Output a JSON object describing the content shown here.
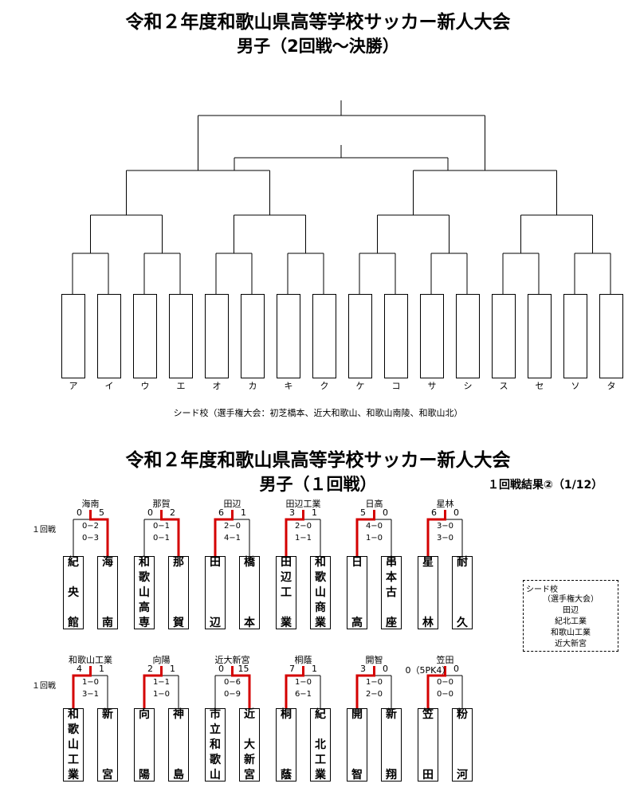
{
  "titles": {
    "top": "令和２年度和歌山県高等学校サッカー新人大会",
    "top_sub": "男子（2回戦～決勝）",
    "bottom": "令和２年度和歌山県高等学校サッカー新人大会",
    "bottom_sub": "男子（１回戦）"
  },
  "top_bracket": {
    "slots": [
      "ア",
      "イ",
      "ウ",
      "エ",
      "オ",
      "カ",
      "キ",
      "ク",
      "ケ",
      "コ",
      "サ",
      "シ",
      "ス",
      "セ",
      "ソ",
      "タ"
    ],
    "seed_note": "シード校（選手権大会：初芝橋本、近大和歌山、和歌山南陵、和歌山北）"
  },
  "result_label": "１回戦結果②（1/12）",
  "round_label": "１回戦",
  "rows": [
    {
      "matches": [
        {
          "winner": "海南",
          "left": [
            "紀",
            "",
            "央",
            "",
            "館"
          ],
          "right": [
            "海",
            "",
            "",
            "",
            "南"
          ],
          "s1": "0",
          "s2": "5",
          "sub": [
            "0−2",
            "0−3"
          ],
          "win": "right"
        },
        {
          "winner": "那賀",
          "left": [
            "和",
            "歌",
            "山",
            "高",
            "専"
          ],
          "right": [
            "那",
            "",
            "",
            "",
            "賀"
          ],
          "s1": "0",
          "s2": "2",
          "sub": [
            "0−1",
            "0−1"
          ],
          "win": "right"
        },
        {
          "winner": "田辺",
          "left": [
            "田",
            "",
            "",
            "",
            "辺"
          ],
          "right": [
            "橋",
            "",
            "",
            "",
            "本"
          ],
          "s1": "6",
          "s2": "1",
          "sub": [
            "2−0",
            "4−1"
          ],
          "win": "left"
        },
        {
          "winner": "田辺工業",
          "left": [
            "田",
            "辺",
            "工",
            "",
            "業"
          ],
          "right": [
            "和",
            "歌",
            "山",
            "商",
            "業"
          ],
          "s1": "3",
          "s2": "1",
          "sub": [
            "2−0",
            "1−1"
          ],
          "win": "left"
        },
        {
          "winner": "日高",
          "left": [
            "日",
            "",
            "",
            "",
            "高"
          ],
          "right": [
            "串",
            "本",
            "古",
            "",
            "座"
          ],
          "s1": "5",
          "s2": "0",
          "sub": [
            "4−0",
            "1−0"
          ],
          "win": "left"
        },
        {
          "winner": "星林",
          "left": [
            "星",
            "",
            "",
            "",
            "林"
          ],
          "right": [
            "耐",
            "",
            "",
            "",
            "久"
          ],
          "s1": "6",
          "s2": "0",
          "sub": [
            "3−0",
            "3−0"
          ],
          "win": "left"
        }
      ]
    },
    {
      "matches": [
        {
          "winner": "和歌山工業",
          "left": [
            "和",
            "歌",
            "山",
            "工",
            "業"
          ],
          "right": [
            "新",
            "",
            "",
            "",
            "宮"
          ],
          "s1": "4",
          "s2": "1",
          "sub": [
            "1−0",
            "3−1"
          ],
          "win": "left"
        },
        {
          "winner": "向陽",
          "left": [
            "向",
            "",
            "",
            "",
            "陽"
          ],
          "right": [
            "神",
            "",
            "",
            "",
            "島"
          ],
          "s1": "2",
          "s2": "1",
          "sub": [
            "1−1",
            "1−0"
          ],
          "win": "left"
        },
        {
          "winner": "近大新宮",
          "left": [
            "市",
            "立",
            "和",
            "歌",
            "山"
          ],
          "right": [
            "近",
            "",
            "大",
            "新",
            "宮"
          ],
          "s1": "0",
          "s2": "15",
          "sub": [
            "0−6",
            "0−9"
          ],
          "win": "right"
        },
        {
          "winner": "桐蔭",
          "left": [
            "桐",
            "",
            "",
            "",
            "蔭"
          ],
          "right": [
            "紀",
            "",
            "北",
            "工",
            "業"
          ],
          "s1": "7",
          "s2": "1",
          "sub": [
            "1−0",
            "6−1"
          ],
          "win": "left"
        },
        {
          "winner": "開智",
          "left": [
            "開",
            "",
            "",
            "",
            "智"
          ],
          "right": [
            "新",
            "",
            "",
            "",
            "翔"
          ],
          "s1": "3",
          "s2": "0",
          "sub": [
            "1−0",
            "2−0"
          ],
          "win": "left"
        },
        {
          "winner": "笠田",
          "left": [
            "笠",
            "",
            "",
            "",
            "田"
          ],
          "right": [
            "粉",
            "",
            "",
            "",
            "河"
          ],
          "s1": "0（5PK4）",
          "s2": "0",
          "sub": [
            "0−0",
            "0−0"
          ],
          "win": "left"
        }
      ]
    }
  ],
  "seed_box": {
    "title": "シード校",
    "sub": "（選手権大会）",
    "schools": [
      "田辺",
      "紀北工業",
      "和歌山工業",
      "近大新宮"
    ]
  },
  "colors": {
    "win_line": "#d40000",
    "line": "#000000"
  }
}
